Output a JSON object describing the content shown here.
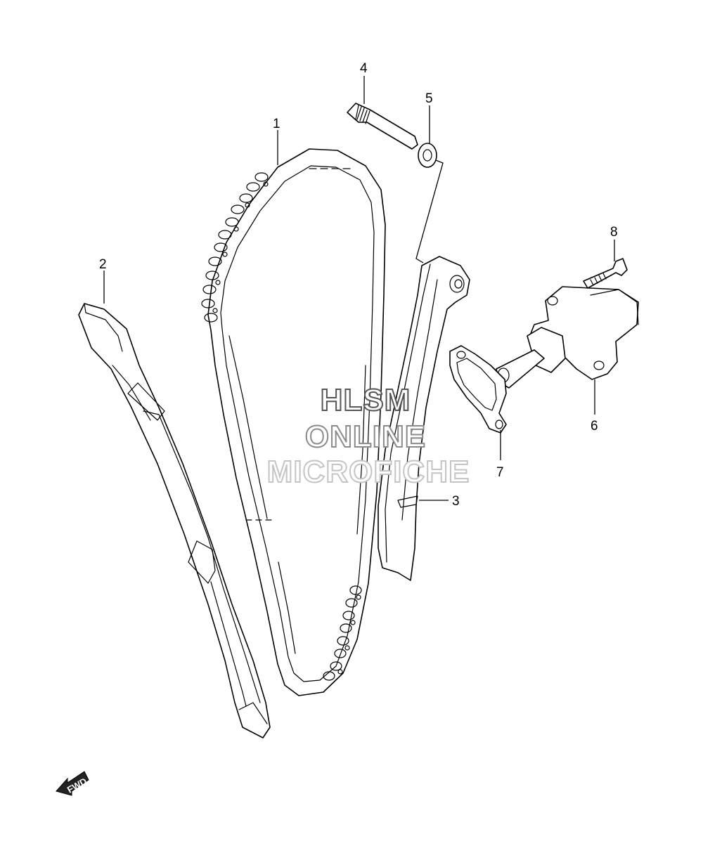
{
  "callouts": {
    "c1": "1",
    "c2": "2",
    "c3": "3",
    "c4": "4",
    "c5": "5",
    "c6": "6",
    "c7": "7",
    "c8": "8"
  },
  "watermark": {
    "line1": "HLSM",
    "line2": "ONLINE",
    "line3": "MICROFICHE"
  },
  "direction_badge": {
    "label": "FWD"
  }
}
